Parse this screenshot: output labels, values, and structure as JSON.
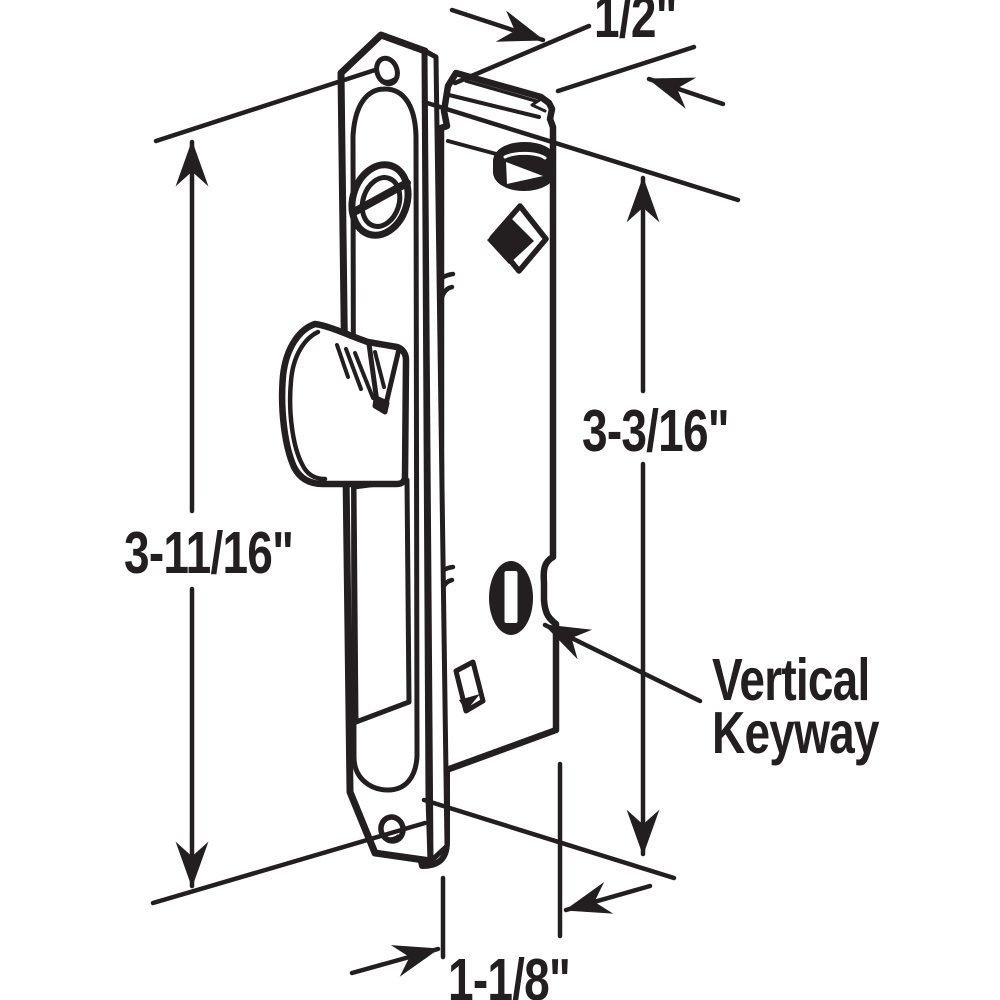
{
  "diagram": {
    "description": "Sliding door mortise lock technical drawing",
    "colors": {
      "line": "#231f20",
      "background": "#ffffff"
    },
    "dimensions": {
      "top": "1/2\"",
      "right": "3-3/16\"",
      "left": "3-11/16\"",
      "bottom": "1-1/8\""
    },
    "callout": {
      "line1": "Vertical",
      "line2": "Keyway"
    }
  }
}
